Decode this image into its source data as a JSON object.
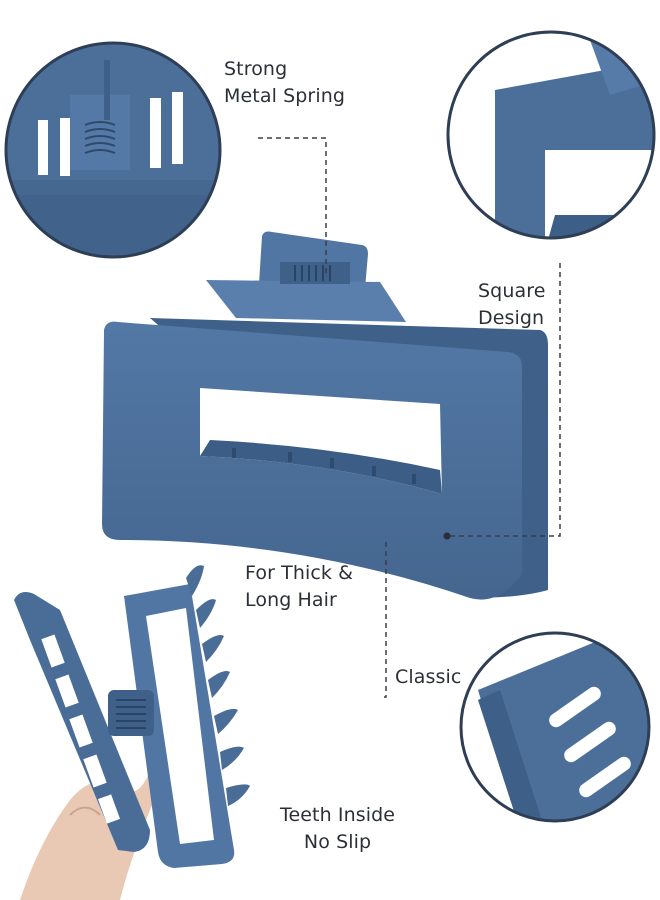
{
  "labels": {
    "spring": {
      "line1": "Strong",
      "line2": "Metal Spring"
    },
    "square": {
      "line1": "Square",
      "line2": "Design"
    },
    "thick": {
      "line1": "For Thick &",
      "line2": "Long Hair"
    },
    "classic": {
      "text": "Classic"
    },
    "teeth": {
      "line1": "Teeth Inside",
      "line2": "No Slip"
    }
  },
  "colors": {
    "clip_blue": "#4a6d98",
    "clip_shadow": "#3a5a82",
    "clip_light": "#6185b1",
    "circle_border": "#2e3e55",
    "dash_line": "#3a3f46",
    "skin": "#e9c8b4"
  }
}
